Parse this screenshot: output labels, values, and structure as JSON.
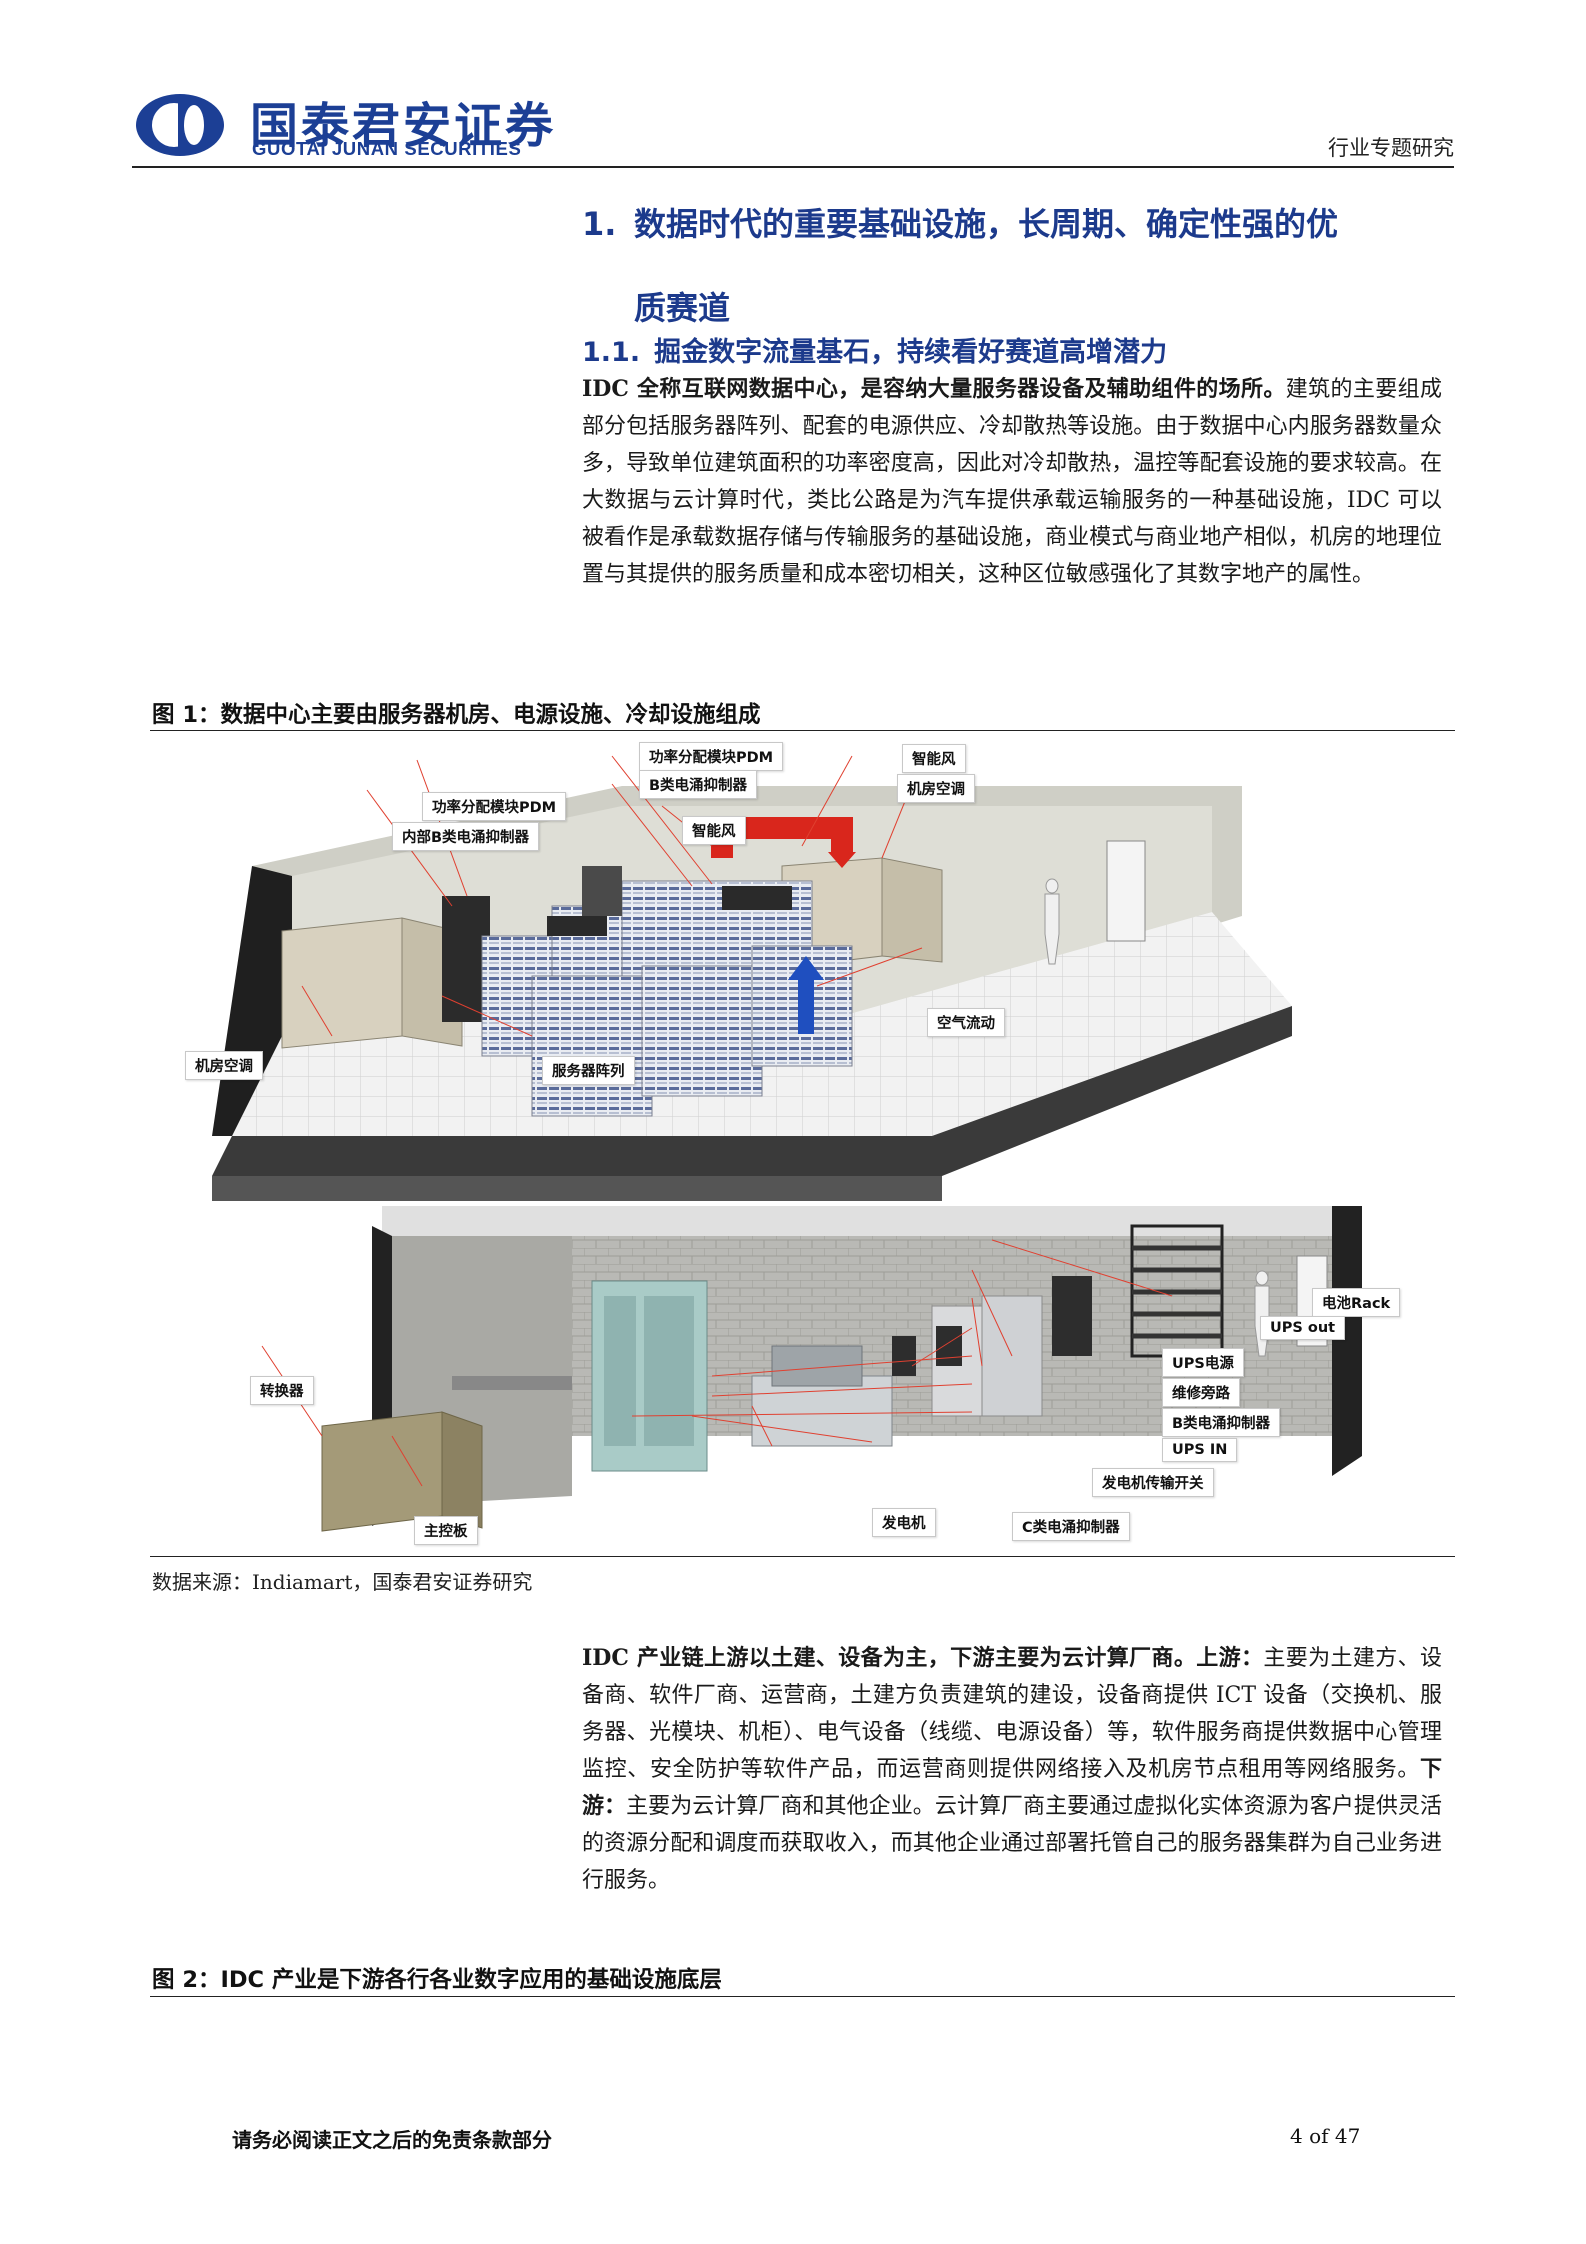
{
  "header": {
    "logo_cn": "国泰君安证券",
    "logo_en": "GUOTAI JUNAN SECURITIES",
    "report_type": "行业专题研究"
  },
  "section1": {
    "number": "1.",
    "title_line1": "数据时代的重要基础设施，长周期、确定性强的优",
    "title_line2": "质赛道"
  },
  "section11": {
    "number": "1.1.",
    "title": "掘金数字流量基石，持续看好赛道高增潜力"
  },
  "para1": {
    "bold": "IDC 全称互联网数据中心，是容纳大量服务器设备及辅助组件的场所。",
    "text": "建筑的主要组成部分包括服务器阵列、配套的电源供应、冷却散热等设施。由于数据中心内服务器数量众多，导致单位建筑面积的功率密度高，因此对冷却散热，温控等配套设施的要求较高。在大数据与云计算时代，类比公路是为汽车提供承载运输服务的一种基础设施，IDC 可以被看作是承载数据存储与传输服务的基础设施，商业模式与商业地产相似，机房的地理位置与其提供的服务质量和成本密切相关，这种区位敏感强化了其数字地产的属性。"
  },
  "figure1": {
    "caption": "图 1：数据中心主要由服务器机房、电源设施、冷却设施组成",
    "labels": {
      "pdm_left": "功率分配模块PDM",
      "b_suppressor_inner": "内部B类电涌抑制器",
      "pdm_top": "功率分配模块PDM",
      "b_suppressor_top": "B类电涌抑制器",
      "smart_fan_top": "智能风",
      "smart_fan_mid": "智能风",
      "room_ac_right": "机房空调",
      "air_flow": "空气流动",
      "room_ac_left": "机房空调",
      "server_array": "服务器阵列",
      "battery_rack": "电池Rack",
      "ups_out": "UPS out",
      "ups_power": "UPS电源",
      "maintenance_bypass": "维修旁路",
      "b_suppressor_bottom": "B类电涌抑制器",
      "ups_in": "UPS IN",
      "generator_transfer_switch": "发电机传输开关",
      "converter": "转换器",
      "main_control_board": "主控板",
      "generator": "发电机",
      "c_suppressor": "C类电涌抑制器"
    },
    "source": "数据来源：Indiamart，国泰君安证券研究"
  },
  "para2": {
    "bold1": "IDC 产业链上游以土建、设备为主，下游主要为云计算厂商。上游：",
    "text1": "主要为土建方、设备商、软件厂商、运营商，土建方负责建筑的建设，设备商提供 ICT 设备（交换机、服务器、光模块、机柜）、电气设备（线缆、电源设备）等，软件服务商提供数据中心管理监控、安全防护等软件产品，而运营商则提供网络接入及机房节点租用等网络服务。",
    "bold2": "下游：",
    "text2": "主要为云计算厂商和其他企业。云计算厂商主要通过虚拟化实体资源为客户提供灵活的资源分配和调度而获取收入，而其他企业通过部署托管自己的服务器集群为自己业务进行服务。"
  },
  "figure2": {
    "caption": "图 2：IDC 产业是下游各行各业数字应用的基础设施底层"
  },
  "footer": {
    "disclaimer": "请务必阅读正文之后的免责条款部分",
    "page": "4 of 47"
  },
  "colors": {
    "brand_blue": "#1c3f95",
    "heading_blue": "#1c3a8c",
    "duct_red": "#d9261c",
    "airflow_blue": "#1f4fbf"
  }
}
